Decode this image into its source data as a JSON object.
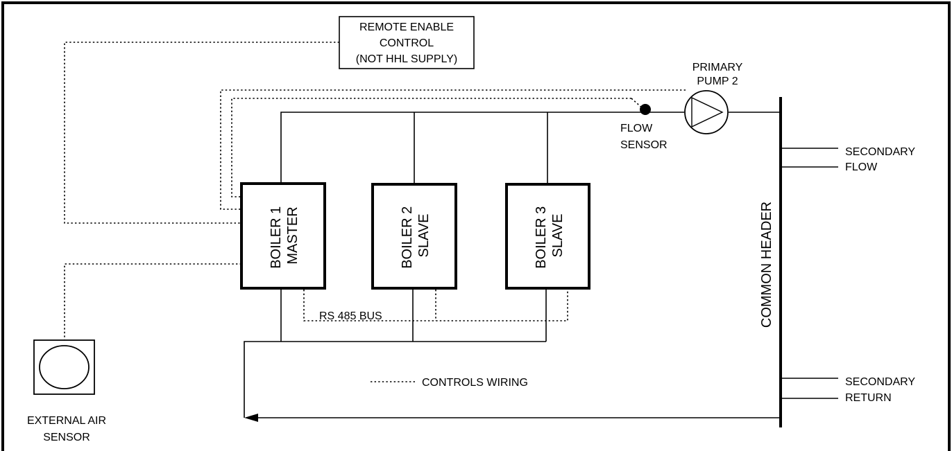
{
  "remote_enable": {
    "line1": "REMOTE ENABLE",
    "line2": "CONTROL",
    "line3": "(NOT HHL SUPPLY)"
  },
  "primary_pump": {
    "line1": "PRIMARY",
    "line2": "PUMP 2"
  },
  "flow_sensor": {
    "line1": "FLOW",
    "line2": "SENSOR"
  },
  "boilers": [
    {
      "line1": "BOILER 1",
      "line2": "MASTER"
    },
    {
      "line1": "BOILER 2",
      "line2": "SLAVE"
    },
    {
      "line1": "BOILER 3",
      "line2": "SLAVE"
    }
  ],
  "bus_label": "RS 485 BUS",
  "common_header": "COMMON HEADER",
  "secondary_flow": {
    "line1": "SECONDARY",
    "line2": "FLOW"
  },
  "secondary_return": {
    "line1": "SECONDARY",
    "line2": "RETURN"
  },
  "legend": {
    "controls_wiring": "CONTROLS WIRING"
  },
  "external_air_sensor": {
    "line1": "EXTERNAL AIR",
    "line2": "SENSOR"
  }
}
